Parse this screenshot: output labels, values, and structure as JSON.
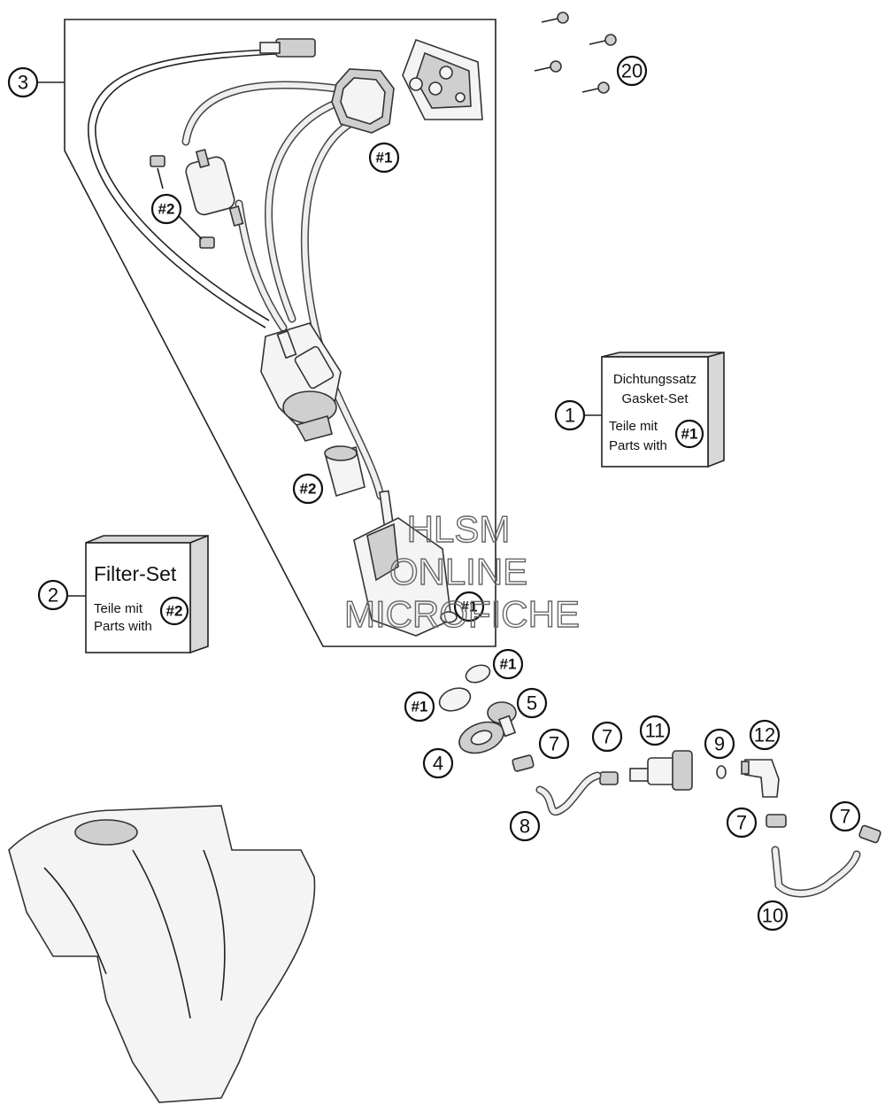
{
  "watermark": {
    "line1": "HLSM",
    "line2": "ONLINE",
    "line3": "MICROFICHE"
  },
  "gasket_box": {
    "number": "1",
    "title_de": "Dichtungssatz",
    "title_en": "Gasket-Set",
    "parts_de": "Teile mit",
    "parts_en": "Parts with",
    "ref": "#1"
  },
  "filter_box": {
    "number": "2",
    "title": "Filter-Set",
    "parts_de": "Teile mit",
    "parts_en": "Parts with",
    "ref": "#2"
  },
  "callouts": {
    "assembly": "3",
    "screws": "20",
    "ref1_flange": "#1",
    "ref2_clips": "#2",
    "ref2_strainer": "#2",
    "ref1_filter": "#1",
    "ref1_oring_a": "#1",
    "ref1_oring_b": "#1",
    "part4": "4",
    "part5": "5",
    "part7_a": "7",
    "part7_b": "7",
    "part7_c": "7",
    "part7_d": "7",
    "part8": "8",
    "part9": "9",
    "part10": "10",
    "part11": "11",
    "part12": "12"
  }
}
